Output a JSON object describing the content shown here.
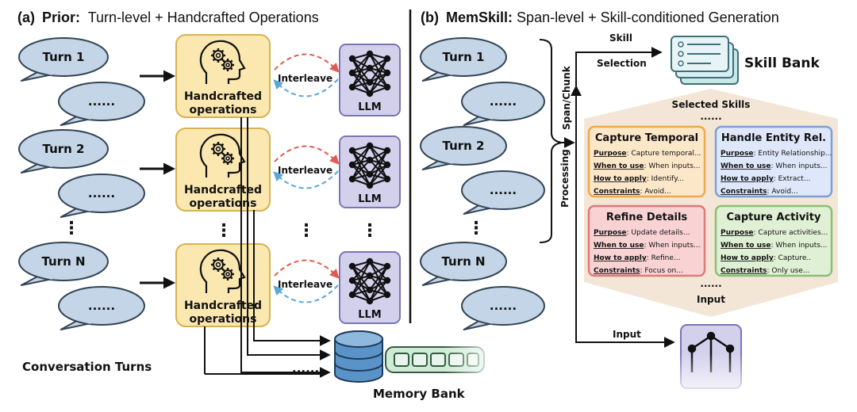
{
  "panel_a": {
    "label": "(a)",
    "title_bold": "Prior:",
    "title_rest": " Turn-level + Handcrafted Operations",
    "turns": [
      "Turn 1",
      "Turn 2",
      "Turn N"
    ],
    "ellipsis_bubble": "......",
    "handcrafted_line1": "Handcrafted",
    "handcrafted_line2": "operations",
    "interleave": "Interleave",
    "llm": "LLM",
    "conversation_turns": "Conversation Turns",
    "memory_bank": "Memory Bank",
    "memory_dots": "......"
  },
  "panel_b": {
    "label": "(b)",
    "title_bold": "MemSkill:",
    "title_rest": " Span-level + Skill-conditioned Generation",
    "turns": [
      "Turn 1",
      "Turn 2",
      "Turn N"
    ],
    "ellipsis_bubble": "......",
    "span_chunk": "Span/Chunk",
    "processing": "Processing",
    "skill": "Skill",
    "selection": "Selection",
    "skill_bank": "Skill Bank",
    "selected_skills": "Selected Skills",
    "top_dots": "......",
    "bottom_dots": "......",
    "input_inner": "Input",
    "input_arrow": "Input",
    "keys": {
      "purpose": "Purpose",
      "when": "When to use",
      "how": "How to apply",
      "constraints": "Constraints"
    },
    "skills": [
      {
        "title": "Capture Temporal",
        "purpose": ": Capture temporal...",
        "when": ": When inputs...",
        "how": ": Identify...",
        "constraints": ": Avoid..."
      },
      {
        "title": "Handle Entity Rel.",
        "purpose": ": Entity Relationship...",
        "when": ": When inputs...",
        "how": ": Extract...",
        "constraints": ": Avoid..."
      },
      {
        "title": "Refine Details",
        "purpose": ": Update details...",
        "when": ": When inputs...",
        "how": ": Refine...",
        "constraints": ": Focus on..."
      },
      {
        "title": "Capture Activity",
        "purpose": ": Capture activities...",
        "when": ": When inputs...",
        "how": ": Capture..",
        "constraints": ": Only use..."
      }
    ]
  },
  "colors": {
    "bubble_fill": "#c3d5e6",
    "bubble_stroke": "#334455",
    "handcrafted_fill": "#fbe8b0",
    "handcrafted_stroke": "#d8b250",
    "llm_fill": "#d3d0ec",
    "llm_stroke": "#7a75b5",
    "arrow_red": "#e05a4f",
    "arrow_blue": "#5aa6d8",
    "skill_orange_fill": "#fde7c9",
    "skill_orange_stroke": "#f0a84a",
    "skill_blue_fill": "#dfe8fa",
    "skill_blue_stroke": "#7c9fd9",
    "skill_red_fill": "#f9d3d3",
    "skill_red_stroke": "#df7a7a",
    "skill_green_fill": "#dff0d4",
    "skill_green_stroke": "#89c075",
    "hex_fill": "#f3e6d6",
    "memory_green": "#cfead6",
    "db_blue": "#5a93c7"
  },
  "icons": [
    "head-gear-icon",
    "neural-network-icon",
    "database-icon",
    "skill-card-icon"
  ]
}
